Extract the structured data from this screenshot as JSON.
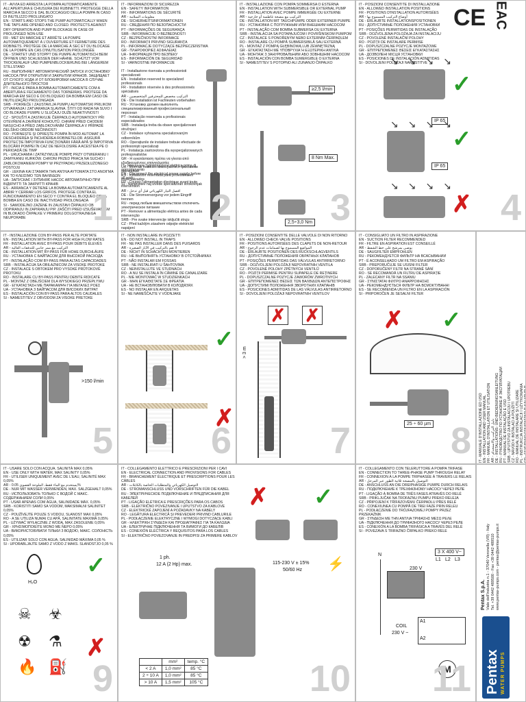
{
  "panels": {
    "p1": {
      "number": "1",
      "lines": [
        "IT - AVVIA ED ARRESTA LA POMPA AUTOMATICAMENTE ALL'APERTURA E CHIUSURA DEI RUBINETTI. PROTEGGE DELLA MARCIA A SECCO E DAL BLOCCAGGIO DELLA POMPA IN CASO DI INUTILIZZO PROLUNGATO",
        "EN - STARTS AND STOPS THE PUMP AUTOMATICALLY WHEN THE TAPS ARE OPENED AND CLOSED. PROTECTS AGAINST DRY OPERATION AND PUMP BLOCKAGE IN CASE OF PROLONGED NON-USE",
        "FR - MET EN MARCHE ET ARRÊTE LA POMPE AUTOMATIQUEMENT À L'OUVERTURE ET FERMETURE DES ROBINETS. PROTÈGE DE LA MARCHE À SEC ET DU BLOCAGE DE LA POMPE EN CAS D'INUTILISATION PROLONGÉE",
        "DE - STARTET UND STOPPT DIE PUMPE AUTOMATISCH BEIM ÖFFNEN UND SCHLIESSEN DER HÄHNE. SCHÜTZT VOR TROCKENLAUF UND PUMPENBLOCKIERUNG BEI LÄNGEREM STILLSTAND",
        "RU - ВЫПОЛНЯЕТ АВТОМАТИЧЕСКИЙ ЗАПУСК И ОСТАНОВКУ НАСОСА ПРИ ОТКРЫТИИ И ЗАКРЫТИИ КРАНОВ. ЗАЩИЩАЕТ ОТ СУХОГО ХОДА И ОТ БЛОКИРОВКИ НАСОСА В СЛУЧАЕ ДЛИТЕЛЬНОГО ПРОСТОЯ",
        "PT - INICIA E PARA A BOMBA AUTOMATICAMENTE COM A ABERTURA E FECHAMENTO DAS TORNEIRAS. PROTEGE DA MARCHA EM SECO E DO BLOQUEIO DA BOMBA EM CASO DE INUTILIZAÇÃO PROLONGADA",
        "SRB - POKREĆE I ZAUSTAVLJA PUMPU AUTOMATSKI PRILIKOM OTVARANJA I ZATVARANJA SLAVINA. ŠTITI OD RADA NA SUVO I OD BLOKADE PUMPE U SLUČAJU DUŽE NEAKTIVNOSTI",
        "CZ - SPOUŠTÍ A ZASTAVUJE ČERPADLO AUTOMATICKY PŘI OTEVŘENÍ A ZAVŘENÍ KOHOUTŮ. CHRÁNÍ PŘED CHODEM NASUCHO A PŘED ZABLOKOVÁNÍM ČERPADLA V PŘÍPADĚ DELŠÍHO OBDOBÍ NEČINNOSTI",
        "RO - PORNEȘTE ȘI OPREȘTE POMPA ÎN MOD AUTOMAT LA DESCHIDEREA ȘI ÎNCHIDEREA ROBINETELOR. ASIGURĂ PROTECȚIE ÎMPOTRIVA FUNCȚIONĂRII FĂRĂ APĂ ȘI ÎMPOTRIVA BLOCĂRII POMPEI ÎN CAZ DE NEFOLOSIRE A ACESTEIA PE O PERIOADĂ DE TIMP",
        "PL - URUCHAMIA I ZATRZYMUJE POMPĘ PRZY OTWIERANIU I ZAMYKANIU KURKÓW. CHRONI PRZED PRACĄ NA SUCHO I ZABLOKOWANIEM POMPY W PRZYPADKU PRZEDŁUŻONEGO POSTOJU",
        "GR - ΞΕΚΙΝΑ ΚΑΙ ΣΤΑΜΑΤΑ ΤΗΝ ΑΝΤΛΙΑ ΑΥΤΟΜΑΤΑ ΣΤΟ ΑΝΟΙΓΜΑ ΚΑΙ ΤΟ ΚΛΕΙΣΙΜΟ ΤΩΝ ΒΑΛΒΙΔΩΝ",
        "UA - ЗАПУСКАЄ І ЗУПИНЯЄ НАСОС АВТОМАТИЧНО ПРИ ВІДКРИТТІ ТА ЗАКРИТТІ КРАНІВ",
        "ES - ARRANCA Y DETIENE LA BOMBA AUTOMÁTICAMENTE AL ABRIR Y CERRAR LOS GRIFOS. PROTEGE CONTRA EL FUNCIONAMIENTO EN SECO Y CONTRA EL BLOQUEO DE LA BOMBA EN CASO DE INACTIVIDAD PROLONGADA",
        "SI - SAMODEJNO ZAŽENE IN ZAUSTAVI ČRPALKO OB ODPIRANJU IN ZAPIRANJU PIP. ZAŠČITI PRED IZSUŠEVANJEM IN BLOKADO ČRPALKE V PRIMERU DOLGOTRAJNEGA NEUPORABE"
      ]
    },
    "p2": {
      "number": "2",
      "lines": [
        "IT - INFORMAZIONI DI SICUREZZA",
        "EN - SAFETY INFORMATION",
        "FR - INFORMATIONS DE SÉCURITÉ",
        "AR - معلومات السلامة",
        "DE - SICHERHEITSINFORMATIONEN",
        "RU - СВЕДЕНИЯ ПО БЕЗОПАСНОСТИ",
        "PT - INFORMAÇÕES DE SEGURANÇA",
        "SRB - INFORMACIJE O BEZBEDNOSTI",
        "CZ - BEZPEČNOSTNÍ INFORMACE",
        "RO - INFORMAȚII PRIVIND SIGURANȚA",
        "PL - INFORMACJE DOTYCZĄCE BEZPIECZEŃSTWA",
        "GR - ΠΛΗΡΟΦΟΡΙΕΣ ΑΣΦΑΛΕΙΑΣ",
        "UA - ІНФОРМАЦІЯ ПРО БЕЗПЕКУ",
        "ES - INFORMACIÓN DE SEGURIDAD",
        "SI - VARNOSTNE INFORMACIJE"
      ],
      "install_lines": [
        "IT - Installazione riservata a professionisti specializzati",
        "EN - Installation reserved to specialized professionals",
        "FR - Installation réservée à des professionnels spécialisés",
        "AR - التركيب مخصص للمحترفين المتخصصين",
        "DE - Die Installation ist Fachleuten vorbehalten",
        "RU - Установку должен выполнять специализированный профессиональный персонал",
        "PT - Instalação reservada a profissionais especializados",
        "SRB - Instalacija treba da obave specijalizovani stručnjaci",
        "CZ - Instalace vyhrazena specializovaným odborníkům",
        "RO - Operațiunile de instalare trebuie efectuate de profesioniști specializați",
        "PL - Instalacja zastrzeżona dla wyspecjalizowanych profesjonalistów",
        "GR - Η εγκατάσταση πρέπει να γίνεται από εξειδικευμένους επαγγελματίες",
        "UA - Монтаж повинен виконуватися фаховими фахівцями",
        "ES - Instalación reservada para profesionales especializados",
        "SI - Namestitev naj izvede specializiran strokovnjak"
      ],
      "disconnect_lines": [
        "IT - Rimuovere l'alimentazione elettrica prima di ogni intervento",
        "EN - Disconnect the electrical power supply before all work",
        "FR - Couper l'alimentation électrique avant toute intervention",
        "AR - افصل التيار الكهربائي قبل أي تدخل",
        "DE - Die Stromversorgung vor jedem Eingriff trennen",
        "RU - перед любым вмешательством отключить электрическое питание",
        "PT - Remover a alimentação elétrica antes de cada intervenção",
        "SRB - Pre svake intervencije isključiti struju",
        "CZ - Před každým zásahem odpojte elektrické napájení",
        "RO - Deconectați alimentarea electrică înaintea oricărei intervenții",
        "PL - Odłączyć zasilanie elektryczne przed każdą interwencją",
        "GR - Αφαιρέστε την ηλεκτρική τροφοδοσία πριν από κάθε επέμβαση",
        "UA - Перед втручанням відключіть електричне живлення",
        "ES - Desconecte la alimentación eléctrica antes de cualquier intervención",
        "SI - Pred vsakim posegom izključite električno napajanje"
      ]
    },
    "p3": {
      "number": "3",
      "lines": [
        "IT - INSTALLAZIONE CON POMPA SOMMERSA O ESTERNA",
        "EN - INSTALLATION WITH SUBMERSIBLE OR EXTERNAL PUMP",
        "FR - INSTALLATION AVEC POMPE IMMERGÉE OU EXTERNE",
        "AR - التركيب مع مضخة غاطسة أو خارجية",
        "DE - INSTALLATION MIT TAUCHPUMPE ODER EXTERNER PUMPE",
        "RU - УСТАНОВКА С ПОГРУЖНЫМ ИЛИ ВНЕШНИМ НАСОСОМ",
        "PT - INSTALAÇÃO COM BOMBA SUBMERSA OU EXTERNA",
        "SRB - INSTALACIJA SA POTAPAJUĆOM I POVRŠINSKOM PUMPOM",
        "CZ - INSTALACE S PONOŘENÝM NEBO EXTERNÍM ČERPADLEM",
        "RO - INSTALARE CU POMPĂ SUBMERSIBILĂ SAU EXTERNĂ",
        "PL - MONTAŻ Z POMPĄ GŁĘBINOWĄ LUB ZEWNĘTRZNĄ",
        "GR - ΕΓΚΑΤΑΣΤΑΣΗ ΜΕ ΥΠΟΒΡΥΧΙΑ Ή ΕΞΩΤΕΡΙΚΗ ΑΝΤΛΙΑ",
        "UA - МОНТАЖ З ЗАНУРЮВАЛЬНИМ АБО ЗОВНІШНІМ НАСОСОМ",
        "ES - INSTALACIÓN CON BOMBA SUMERGIBLE O EXTERNA",
        "SI - NAMESTITEV S POTOPNO ALI ZUNANJO ČRPALKO"
      ],
      "flow_label": "≥2,5 l/min",
      "size_label": "8 Nm Max.",
      "pressure_label": "2,5÷3,0 Nm"
    },
    "p4": {
      "number": "4",
      "lines": [
        "IT - POSIZIONI CONSENTITE DI INSTALLAZIONE",
        "EN - ALLOWED INSTALLATION POSITIONS",
        "FR - POSITIONS D'INSTALLATION AUTORISÉES",
        "AR - أوضاع التركيب المسموح بها",
        "DE - ERLAUBTE INSTALLATIONSPOSITIONEN",
        "RU - ДОПУСТИМЫЕ ПОЛОЖЕНИЯ УСТАНОВКИ",
        "PT - POSIÇÕES PERMITIDAS DE INSTALAÇÃO",
        "SRB - DOZVOLJENA POLOŽAJA ZA INSTALACIJU",
        "CZ - POVOLENÉ INSTALAČNÍ POLOHY",
        "RO - POZIȚII DE INSTALARE PERMISE",
        "PL - DOPUSZCZALNE POZYCJE MONTAŻOWE",
        "GR - ΕΠΙΤΡΕΠΟΜΕΝΕΣ ΘΕΣΕΙΣ ΕΓΚΑΤΑΣΤΑΣΗΣ",
        "UA - ДОЗВОЛЕНІ МІСЦЯ УСТАНОВКИ",
        "ES - POSICIONES DE INSTALACIÓN ADMITIDAS",
        "SI - DOVOLJENI POLOŽAJI NAMESTITVE"
      ],
      "ip1": "IP 65",
      "ip2": "IP 65"
    },
    "p5": {
      "number": "5",
      "lines": [
        "IT - INSTALLAZIONE CON BY-PASS PER ALTE PORTATE",
        "EN - INSTALLATION WITH BY-PASS FOR HIGH FLOW RATES",
        "FR - INSTALLATION AVEC BY-PASS POUR DÉBITS ÉLEVÉS",
        "AR - التركيب مع ممر جانبي للتدفقات العالية",
        "DE - INSTALLATION MIT BY-PASS FÜR HOHE DURCHLÄUFE",
        "RU - УСТАНОВКА С БАЙПАСОМ ДЛЯ ВЫСОКОЙ РАСХОДА",
        "PT - INSTALAÇÃO COM BY-PASS PARA ALTAS CAPACIDADES",
        "SRB - INSTALACIJA SA OBILAZNICOM ZA VISOKE PROTOKE",
        "CZ - INSTALACE S OBTOKEM PRO VYSOKÉ PRŮTOKOVÉ PROTOKU",
        "RO - INSTALARE CU BY-PASS PENTRU DEBITE RIDICATE",
        "PL - MONTAŻ Z OBEJŚCIEM DLA WYSOKIEGO PRZEPŁYWU",
        "GR - ΕΓΚΑΤΑΣΤΑΣΗ ΜΕ ΠΑΡΑΚΑΜΨΗ ΓΙΑ ΜΕΓΑΛΕΣ ΡΟΕΣ",
        "UA - УСТАНОВКА З БАЙПАСОМ ДЛЯ ВИСОКИХ ВИТРАТ",
        "ES - INSTALACIÓN CON BY-PASS PARA ALTOS CAUDALES",
        "SI - NAMESTITEV Z OBVODOM ZA VISOKE PRETOKE"
      ],
      "flow_label": ">150 l/min"
    },
    "p6": {
      "number": "6",
      "lines": [
        "IT - NON INSTALLARE IN POZZETTI",
        "EN - DO NOT INSTALL IN TRAPS",
        "FR - NE PAS INSTALLER DANS DES PUISARDS",
        "AR - لا تقم بالتركيب في الآبار الصغيرة",
        "DE - NICHT IN SCHÄCHTEN MONTIEREN",
        "RU - НЕ ВЫПОЛНЯТЬ УСТАНОВКУ В ОТСТОЙНИКАХ",
        "PT - NÃO INSTALAR EM FOSSAS",
        "SRB - NE INSTALIRATI U ŠAHTOVIMA",
        "CZ - NEINSTALUJTE VE STUDNÁCH",
        "RO - A NU SE INSTALA ÎN CĂMINE DE CANALIZARE",
        "PL - NIE MONTOWAĆ W STUDZIENKACH",
        "GR - ΜΗΝ ΕΓΚΑΘΙΣΤΑΤΕ ΣΕ ΦΡΕΑΤΙΑ",
        "UA - НЕ ВСТАНОВЛЮВАТИ В КОЛОДЯЗЯХ",
        "ES - NO INSTALAR EN ARQUETAS",
        "SI - NE NAMEŠČAJTE V VODNJAKE"
      ]
    },
    "p7": {
      "number": "7",
      "lines": [
        "IT - POSIZIONI CONSENTITE DELLE VALVOLE DI NON RITORNO",
        "EN - ALLOWED CHECK-VALVE POSITIONS",
        "FR - POSITIONS AUTORISÉES DES CLAPETS DE NON-RETOUR",
        "AR - المواضع المسموح بها لصمامات عدم الرجوع",
        "DE - ERLAUBTE POSITIONEN DES RÜCKSCHLAGVENTILS",
        "RU - ДОПУСТИМЫЕ ПОЛОЖЕНИЯ ОБРАТНЫХ КЛАПАНОВ",
        "PT - POSIÇÕES PERMITIDAS DAS VÁLVULAS ANTIRRETORNO",
        "SRB - DOZVOLJENI POLOŽAJI NEPOVRATNIH VENTILA",
        "CZ - POVOLENÉ POLOHY ZPĚTNÝCH VENTILŮ",
        "RO - POZIȚII PERMISE PENTRU SUPAPELE DE REȚINERE",
        "PL - DOPUSZCZALNE POZYCJE ZAWORÓW ZWROTNYCH",
        "GR - ΕΠΙΤΡΕΠΟΜΕΝΕΣ ΘΕΣΕΙΣ ΤΩΝ ΒΑΛΒΙΔΩΝ ΑΝΤΕΠΙΣΤΡΟΦΗΣ",
        "UA - ДОПУСТИМІ ПОЛОЖЕННЯ ЗВОРОТНИХ КЛАПАНІВ",
        "ES - POSICIONES ADMITIDAS DE LAS VÁLVULAS ANTIRRETORNO",
        "SI - DOVOLJENI POLOŽAJI NEPOVRATNIH VENTILOV"
      ],
      "height_label": "> 3 m"
    },
    "p8": {
      "number": "8",
      "lines": [
        "IT - CONSIGLIATO UN FILTRO IN ASPIRAZIONE",
        "EN - SUCTION FILTER RECOMMENDED",
        "FR - FILTRE EN ASPIRATION EST CONSEILLÉ",
        "AR - يوصى بمرشح على خط الشفط",
        "DE - SAUGFILTER EMPFOHLEN",
        "RU - РЕКОМЕНДУЕТСЯ ФИЛЬТР НА ВСАСЫВАНИИ",
        "PT - É ACONSELHADO UM FILTRO EM ASPIRAÇÃO",
        "SRB - PREPORUČUJE SE USISNI FILTER",
        "CZ - DOPORUČENÝ FILTR NA STRANĚ SÁNÍ",
        "RO - SE RECOMANDĂ UN FILTRU DE ASPIRAȚIE",
        "PL - ZALECANY FILTR NA SSANIU",
        "GR - ΣΥΝΙΣΤΑΤΑΙ ΦΙΛΤΡΟ ΑΝΑΡΡΟΦΗΣΗΣ",
        "UA - РЕКОМЕНДУЄТЬСЯ ФІЛЬТР НА ВСМОКТУВАННІ",
        "ES - SE RECOMIENDA UN FILTRO EN LA ASPIRACIÓN",
        "SI - PRIPOROČEN JE SESALNI FILTER"
      ],
      "mesh_label": "25 ÷ 60 µm"
    },
    "p9": {
      "number": "9",
      "lines": [
        "IT - USARE SOLO CON ACQUA. SALINITÀ MAX 0,05%",
        "EN - USE ONLY WITH WATER, MAX SALINITY 0,05%",
        "FR - UTILISER UNIQUEMENT AVEC DE L'EAU, SALINITÉ MAX 0,05%",
        "AR - يستخدم مع الماء فقط، الملوحة القصوى 0.05%",
        "DE - NUR MIT WASSER VERWENDEN, MAX. SALZGEHALT 0,05%",
        "RU - ИСПОЛЬЗОВАТЬ ТОЛЬКО С ВОДОЙ С МАКС. СОДЕРЖАНИЕМ СОЛИ 0,05%",
        "PT - USAR APENAS COM ÁGUA, SALINIDADE MÁX. 0,05%",
        "SRB - KORISTITI SAMO SA VODOM, MAKSIMALNI SALINITET 0,05%",
        "CZ - POUŽÍVEJTE POUZE S VODOU, SLANOST MAX 0,05%",
        "RO - A SE UTILIZA NUMAI CU APĂ, SALINITATE MAXIMĂ 0,05%",
        "PL - UŻYWAĆ WYŁĄCZNIE Z WODĄ, MAX ZASOLENIE 0,05%",
        "GR - ΧΡΗΣΙΜΟΠΟΙΕΙΤΕ ΜΟΝΟ ΜΕ ΝΕΡΟ 0,05%",
        "UA - ВИКОРИСТОВУВАТИ ТІЛЬКИ З ВОДОЮ, МАКС. СОЛОНІСТЬ 0,05%",
        "ES - UTILIZAR SOLO CON AGUA, SALINIDAD MÁXIMA 0,05 %",
        "SI - UPORABLJAJTE SAMO Z VODO Z MAKS. SLANOSTJO 0,05 %"
      ],
      "water_label": "H₂O"
    },
    "p10": {
      "number": "10",
      "lines": [
        "IT - COLLEGAMENTO ELETTRICO E PRESCRIZIONI PER I CAVI",
        "EN - ELECTRICAL CONNECTION AND PROVISIONS FOR CABLES",
        "FR - BRANCHEMENT ÉLECTRIQUE ET PRESCRIPTIONS POUR LES CÂBLES",
        "AR - التوصيل الكهربائي والمتطلبات الخاصة بالكابلات",
        "DE - STROMANSCHLUSS UND VORSCHRIFTEN FÜR DIE KABEL",
        "RU - ЭЛЕКТРИЧЕСКОЕ ПОДКЛЮЧЕНИЕ И ПРЕДПИСАНИЯ ДЛЯ КАБЕЛЕЙ",
        "PT - LIGAÇÃO ELÉTRICA E PRESCRIÇÕES PARA OS CABOS",
        "SRB - ELEKTRIČNO POVEZIVANJE I UPUTSTVO ZA KABLOVE",
        "CZ - ELEKTRICKÉ ZAPOJENÍ A POŽADAVKY NA KABELY",
        "RO - LEGĂTURA ELECTRICĂ ȘI PREVEDERI PRIVIND CABLURILE",
        "PL - PODŁĄCZENIE ELEKTRYCZNE I WYMOGI DOTYCZĄCE KABLI",
        "GR - ΗΛΕΚΤΡΙΚΗ ΣΥΝΔΕΣΗ ΚΑΙ ΠΡΟΔΙΑΓΡΑΦΕΣ ΓΙΑ ΤΑ ΚΑΛΩΔΙΑ",
        "UA - ЕЛЕКТРИЧНЕ ПІДКЛЮЧЕННЯ ТА ВИМОГИ ДО КАБЕЛІВ",
        "ES - CONEXIÓN ELÉCTRICA Y REQUISITOS PARA LOS CABLES",
        "SI - ELEKTRIČNO POVEZOVANJE IN PREDPISI ZA PRIMERE KABLOV"
      ],
      "power_label": "1 ph.",
      "current_label": "12 A (2 Hp) max.",
      "voltage_label": "115-230 V ± 15%",
      "freq_label": "50/60 Hz",
      "table_head": [
        "",
        "mm²",
        "temp. °C"
      ],
      "table_rows": [
        [
          "< 2 A",
          "1,0 mm²",
          "85 °C"
        ],
        [
          "2 ÷ 10 A",
          "1,0 mm²",
          "85 °C"
        ],
        [
          "> 10 A",
          "1,5 mm²",
          "105 °C"
        ]
      ]
    },
    "p11": {
      "number": "11",
      "lines": [
        "IT - COLLEGAMENTO CON TELERUTTORE A POMPA TRIFASE",
        "EN - CONNECTION TO THREE-PHASE PUMP THROUGH RELAY",
        "FR - CONNEXION À LA POMPE TRIPHASÉE À TRAVERS LE RELAIS",
        "AR - التوصيل بالمضخة ثلاثية الطور عبر المرحل",
        "DE - ANSCHLUSS AN DIE DREIPHASIGE PUMPE DURCH RELAIS",
        "RU - ПОДКЛЮЧЕНИЕ К ТРЕХФАЗНОМУ НАСОСУ ЧЕРЕЗ РЕЛЕ",
        "PT - LIGAÇÃO À BOMBA DE TRÊS FASES ATRAVÉS DO RELÉ",
        "SRB - PRIKLJUČAK NA TROFAZNU PUMPU PREKO RELEJA",
        "CZ - PŘIPOJENÍ K TŘÍFÁZOVÉMU ČERPADLU PŘES RELÉ",
        "RO - CONEXIUNEA CU POMPĂ DE TREI FAZE PRIN RELEU",
        "PL - PODŁĄCZENIE DO TRÓJFAZOWEJ POMPY PRZEZ PRZEKAŹNIK",
        "GR - ΣΥΝΔΕΣΗ ΜΕ ΤΗΝ ΑΝΤΛΙΑ ΤΡΙΦΑΣΗΣ ΜΕΣΩ ΡΕΛΕ",
        "UA - ПІДКЛЮЧЕННЯ ДО ТРИФАЗНОГО НАСОСУ ЧЕРЕЗ РЕЛЕ",
        "ES - CONEXIÓN A LA BOMBA TRIFÁSICA A TRAVÉS DEL RELÉ",
        "SI - POVEZAVA S TRIFAZNO ČRPALKO PREKO RELE"
      ],
      "supply_label": "3 X 400 V~",
      "l1": "L1",
      "l2": "L2",
      "l3": "L3",
      "n_label": "N",
      "v230": "230 V",
      "coil": "COIL",
      "coil_v": "230 V ~",
      "a1": "A1",
      "a2": "A2",
      "motor": "M"
    }
  },
  "side_manual": [
    "IT - MANUALE D'INSTALLAZIONE ED USO",
    "EN - INSTALLATION AND USER MANUAL",
    "FR - MANUEL D'INSTALLATION ET UTILISATION",
    "AR - دليل التركيب والاستخدام",
    "DE - INSTALLATIONS- UND BEDIENUNGSANLEITUNG",
    "RU - РУКОВОДСТВО ПО УСТАНОВКЕ И ЭКСПЛУАТАЦИИ",
    "PT - MANUAL DE INSTALAÇÃO E USO",
    "SRB - UPUTSTVO ZA INSTALACIJU I UPOTREBU",
    "CZ - NÁVOD K INSTALACI A POUŽITÍ",
    "RO - MANUAL DE INSTALARE ȘI UTILIZARE",
    "PL - INSTRUKCJA INSTALACJI I UŻYTKOWANIA",
    "GR - ΕΓΧΕΙΡΙΔΙΟ ΕΓΚΑΤΑΣΤΑΣΗΣ ΚΑΙ ΧΡΗΣΗΣ",
    "UA - ПОСІБНИК З УСТАНОВКИ І ЕКСПЛУАТАЦІЇ",
    "ES - MANUAL DE INSTALACIÓN Y USO",
    "SI - NAVODILA ZA NAMESTITEV IN UPORABO"
  ],
  "brand": {
    "name": "Pentax",
    "tagline": "WATER PUMPS",
    "company": "Pentax S.p.A.",
    "address": "Viale dell'Industria n.1 - 37040 Veronella (VR) - Italy",
    "phone": "Tel. +39 0442 489500 - Fax +39 0442 489510",
    "web": "www.pentax-pumps.com - pentax@pentax-pumps.it"
  },
  "marks": {
    "ce": "CE",
    "eac": "EAC"
  },
  "colors": {
    "check": "#2a9d2a",
    "cross": "#d21e1e",
    "brand": "#1a4f8f"
  }
}
